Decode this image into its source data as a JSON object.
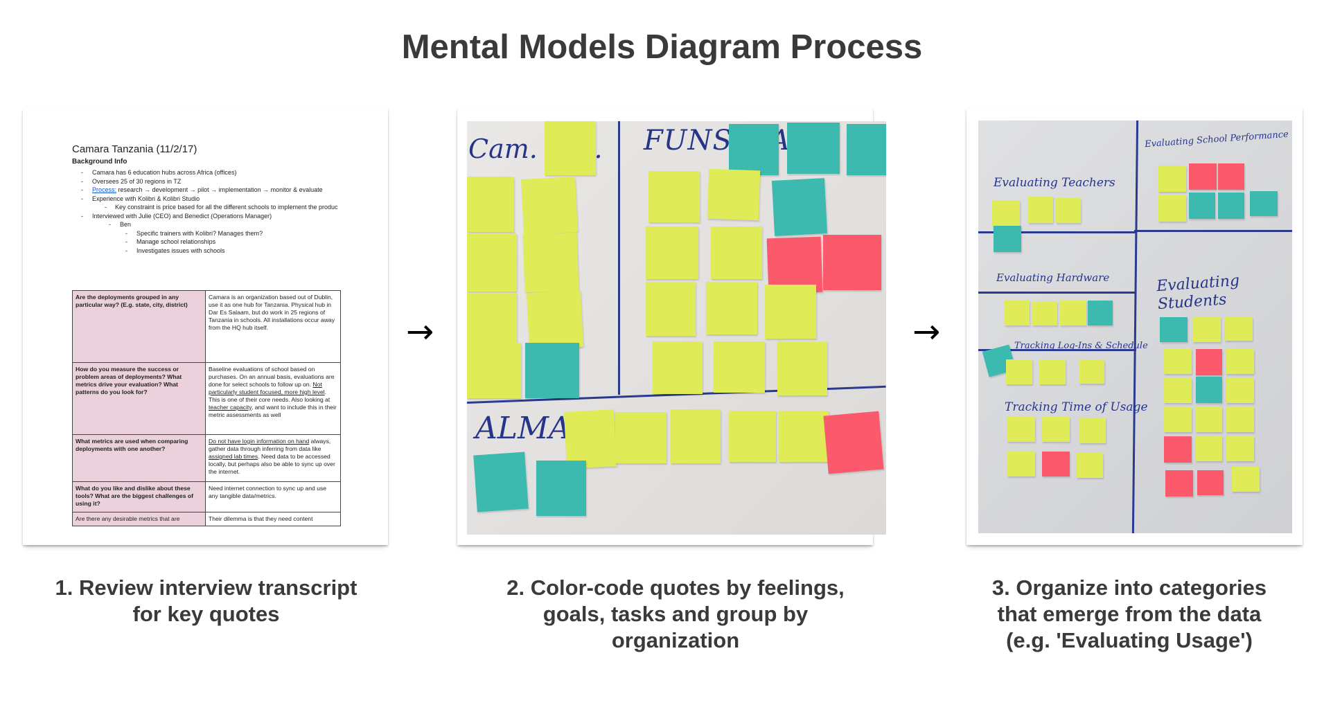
{
  "title": "Mental Models Diagram Process",
  "arrow_glyph": "→",
  "steps": [
    {
      "caption_lines": [
        "1. Review interview transcript",
        "for key quotes"
      ]
    },
    {
      "caption_lines": [
        "2. Color-code quotes by feelings,",
        "goals, tasks and group by",
        "organization"
      ]
    },
    {
      "caption_lines": [
        "3. Organize into categories",
        "that emerge from the data",
        "(e.g. 'Evaluating Usage')"
      ]
    }
  ],
  "document": {
    "title": "Camara Tanzania (11/2/17)",
    "subtitle": "Background Info",
    "bullets": [
      "Camara has 6 education hubs across Africa (offices)",
      "Oversees 25 of 30 regions in TZ",
      "research → development → pilot → implementation → monitor & evaluate",
      "Experience with Kolibri & Kolibri Studio",
      "Key constraint is price based for all the different schools to implement the produc",
      "Interviewed with Julie (CEO) and Benedict (Operations Manager)",
      "Ben",
      "Specific trainers with Kolibri? Manages them?",
      "Manage school relationships",
      "Investigates issues with schools"
    ],
    "process_link": "Process:",
    "rows": [
      {
        "q": "Are the deployments grouped in any particular way? (E.g. state, city, district)",
        "a": "Camara is an organization based out of Dublin, use it as one hub for Tanzania. Physical hub in Dar Es Salaam, but do work in 25 regions of Tanzania in schools. All installations occur away from the HQ hub itself."
      },
      {
        "q": "How do you measure the success or problem areas of deployments? What metrics drive your evaluation? What patterns do you look for?",
        "a1": "Baseline evaluations of school based on purchases. On an annual basis, evaluations are done for select schools to follow up on. ",
        "a2": "Not particularly student focused, more high level",
        "a3": ". This is one of their core needs. Also looking at ",
        "a4": "teacher capacity",
        "a5": ", and want to include this in their metric assessments as well"
      },
      {
        "q": "What metrics are used when comparing deployments with one another?",
        "a1": "Do not have login information on hand",
        "a2": " always, gather data through inferring from data like ",
        "a3": "assigned lab times",
        "a4": ". Need data to be accessed locally, but perhaps also be able to sync up over the internet."
      },
      {
        "q": "What do you like and dislike about these tools? What are the biggest challenges of using it?",
        "a": "Need internet connection to sync up and use any tangible data/metrics."
      },
      {
        "q": "Are there any desirable metrics that are",
        "a": "Their dilemma is that they need content"
      }
    ]
  },
  "wall_orgs": {
    "labels": [
      "Cam. Tan.",
      "FUNSEPA",
      "ALMA"
    ]
  },
  "wall_categories": {
    "labels": [
      "Evaluating Teachers",
      "Evaluating School Performance",
      "Evaluating Hardware",
      "Evaluating Students",
      "Tracking Log-Ins & Schedule",
      "Tracking Time of Usage"
    ]
  },
  "colors": {
    "yellow": "#dfec57",
    "teal": "#3cbab0",
    "pink": "#fb5a6c",
    "marker": "#26348a"
  }
}
